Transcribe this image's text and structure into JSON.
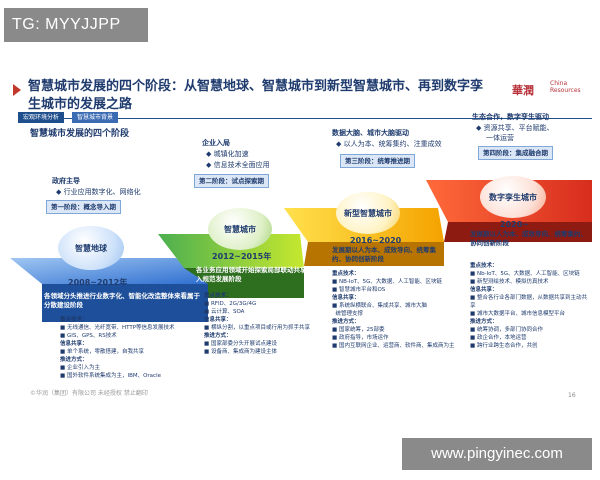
{
  "watermarks": {
    "top": "TG: MYYJJPP",
    "bottom": "www.pingyinec.com"
  },
  "slide": {
    "title": "智慧城市发展的四个阶段：从智慧地球、智慧城市到新型智慧城市、再到数字孪生城市的发展之路",
    "logo_cn": "華潤",
    "logo_en": "China Resources",
    "breadcrumbs": [
      "宏观环境分析",
      "智慧城市背景"
    ],
    "subtitle": "智慧城市发展的四个阶段",
    "page_number": "16",
    "footer": "©华润（集团）有限公司 未经授权 禁止翻印"
  },
  "stages": [
    {
      "top_heading": "政府主导",
      "top_points": [
        "行业应用数字化、网络化"
      ],
      "tag": "第一阶段：概念导入期",
      "orb": "智慧地球",
      "years": "2008~2012年",
      "summary": "各领域分头推进行业数字化、智能化改造整体来看属于分散建设阶段",
      "detail": [
        "重点技术：",
        "无线通信、光纤宽带、HTTP等信息发展技术",
        "GIS、GPS、RS技术",
        "信息共享：",
        "单个系统，零散搭建，自我共享",
        "推进方式：",
        "企业引入为主",
        "国外软件系统集成为主，IBM、Oracle"
      ]
    },
    {
      "top_heading": "企业入局",
      "top_points": [
        "城镇化加速",
        "信息技术全面应用"
      ],
      "tag": "第二阶段：试点探索期",
      "orb": "智慧城市",
      "years": "2012~2015年",
      "summary": "各业务应用领域开始探索局部联动共享智慧城市步入规范发展阶段",
      "detail": [
        "重点技术：",
        "RFID、2G/3G/4G",
        "云计算、SOA",
        "信息共享：",
        "横纵分割，以重点项目或行用为抓手共享",
        "推进方式：",
        "国家部委分头开展试点建设",
        "设备商、集成商为建设主体"
      ]
    },
    {
      "top_heading": "数据大脑、城市大脑驱动",
      "top_points": [
        "以人为本、统筹集约、注重成效"
      ],
      "tag": "第三阶段：统筹推进期",
      "orb": "新型智慧城市",
      "years": "2016~2020",
      "summary": "发展期以人为本、成效导向、统筹集约、协同创新阶段",
      "detail": [
        "重点技术：",
        "NB-IoT、5G、大数据、人工智能、区块链",
        "智慧城市平台和OS",
        "信息共享：",
        "系统纵横联合、集成共享、城市大脑",
        "统管理支撑",
        "推进方式：",
        "国家统筹，25部委",
        "政府指导，市场运作",
        "国内互联网企业、运营商、软件商、集成商为主"
      ]
    },
    {
      "top_heading": "生态合作，数字孪生驱动",
      "top_points": [
        "资源共享、平台赋能、",
        "一体运营"
      ],
      "tag": "第四阶段：集成融合期",
      "orb": "数字孪生城市",
      "years": "2020~",
      "summary": "发展期以人为本、成效导向、统筹集约、协同创新阶段",
      "detail": [
        "重点技术：",
        "Nb-IoT、5G、大数据、人工智能、区块链",
        "新型测绘技术、模拟仿真技术",
        "信息共享：",
        "整合各行业各部门数据，从数据共享到主动共享",
        "城市大数据平台、城市信息模型平台",
        "推进方式：",
        "统筹协调，多部门协同合作",
        "政企合作，本地运营",
        "跨行业跨生态合作，共创"
      ]
    }
  ]
}
